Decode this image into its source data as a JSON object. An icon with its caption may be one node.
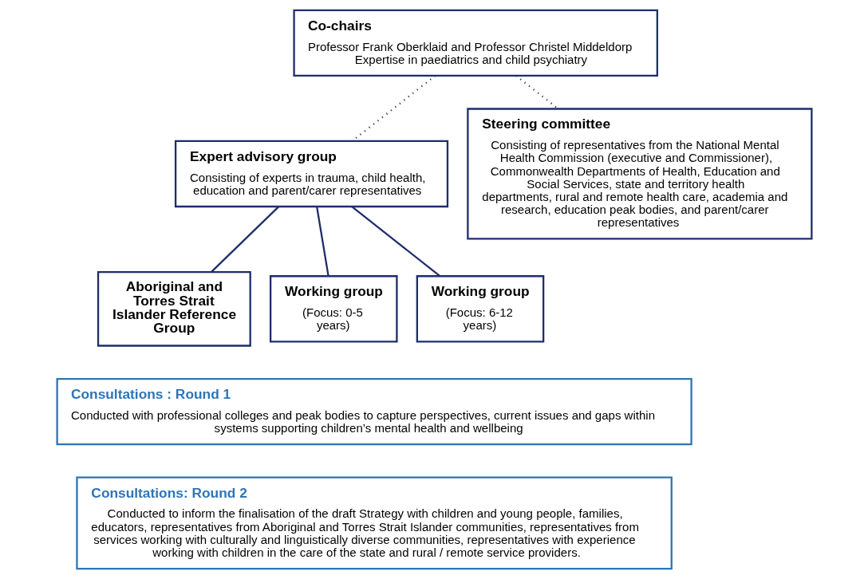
{
  "diagram": {
    "nodes": [
      {
        "text": [
          "Co-chairs",
          "Professor Frank Oberklaid and Professor Christel Middeldorp Expertise in paediatrics and child psychiatry"
        ]
      },
      {
        "text": [
          "Expert advisory group",
          "Consisting of experts in trauma, child health, education and parent/carer representatives"
        ]
      },
      {
        "text": [
          "Aboriginal and Torres Strait Islander Reference Group"
        ]
      },
      {
        "text": [
          "Working group",
          "(Focus: 0-5 years)"
        ]
      },
      {
        "text": [
          "Working group",
          "(Focus: 6-12 years)"
        ]
      },
      {
        "text": [
          "Steering committee",
          "Consisting of representatives from the National Mental Health Commission (executive and Commissioner), Commonwealth Departments of Health, Education and Social Services, state and territory health departments, rural and remote health care, academia and research, education peak bodies, and parent/carer representatives"
        ]
      },
      {
        "text": [
          "Consultations : Round 1",
          "Conducted with professional colleges and peak bodies to capture perspectives, current issues and gaps within systems supporting children’s mental health and wellbeing"
        ]
      },
      {
        "text": [
          "Consultations: Round 2",
          "Conducted to inform the finalisation of the draft Strategy with children and young people, families, educators, representatives from Aboriginal and Torres Strait Islander communities, representatives from services working with culturally and linguistically diverse communities, representatives with experience working with children in the care of the state and rural / remote service providers."
        ]
      }
    ],
    "edges": [
      {
        "from": 0,
        "to": 1,
        "arrow": "none",
        "style": "dashed"
      },
      {
        "from": 0,
        "to": 5,
        "arrow": "none",
        "style": "dashed"
      },
      {
        "from": 1,
        "to": 2,
        "arrow": "none"
      },
      {
        "from": 1,
        "to": 3,
        "arrow": "none"
      },
      {
        "from": 1,
        "to": 4,
        "arrow": "none"
      }
    ]
  }
}
